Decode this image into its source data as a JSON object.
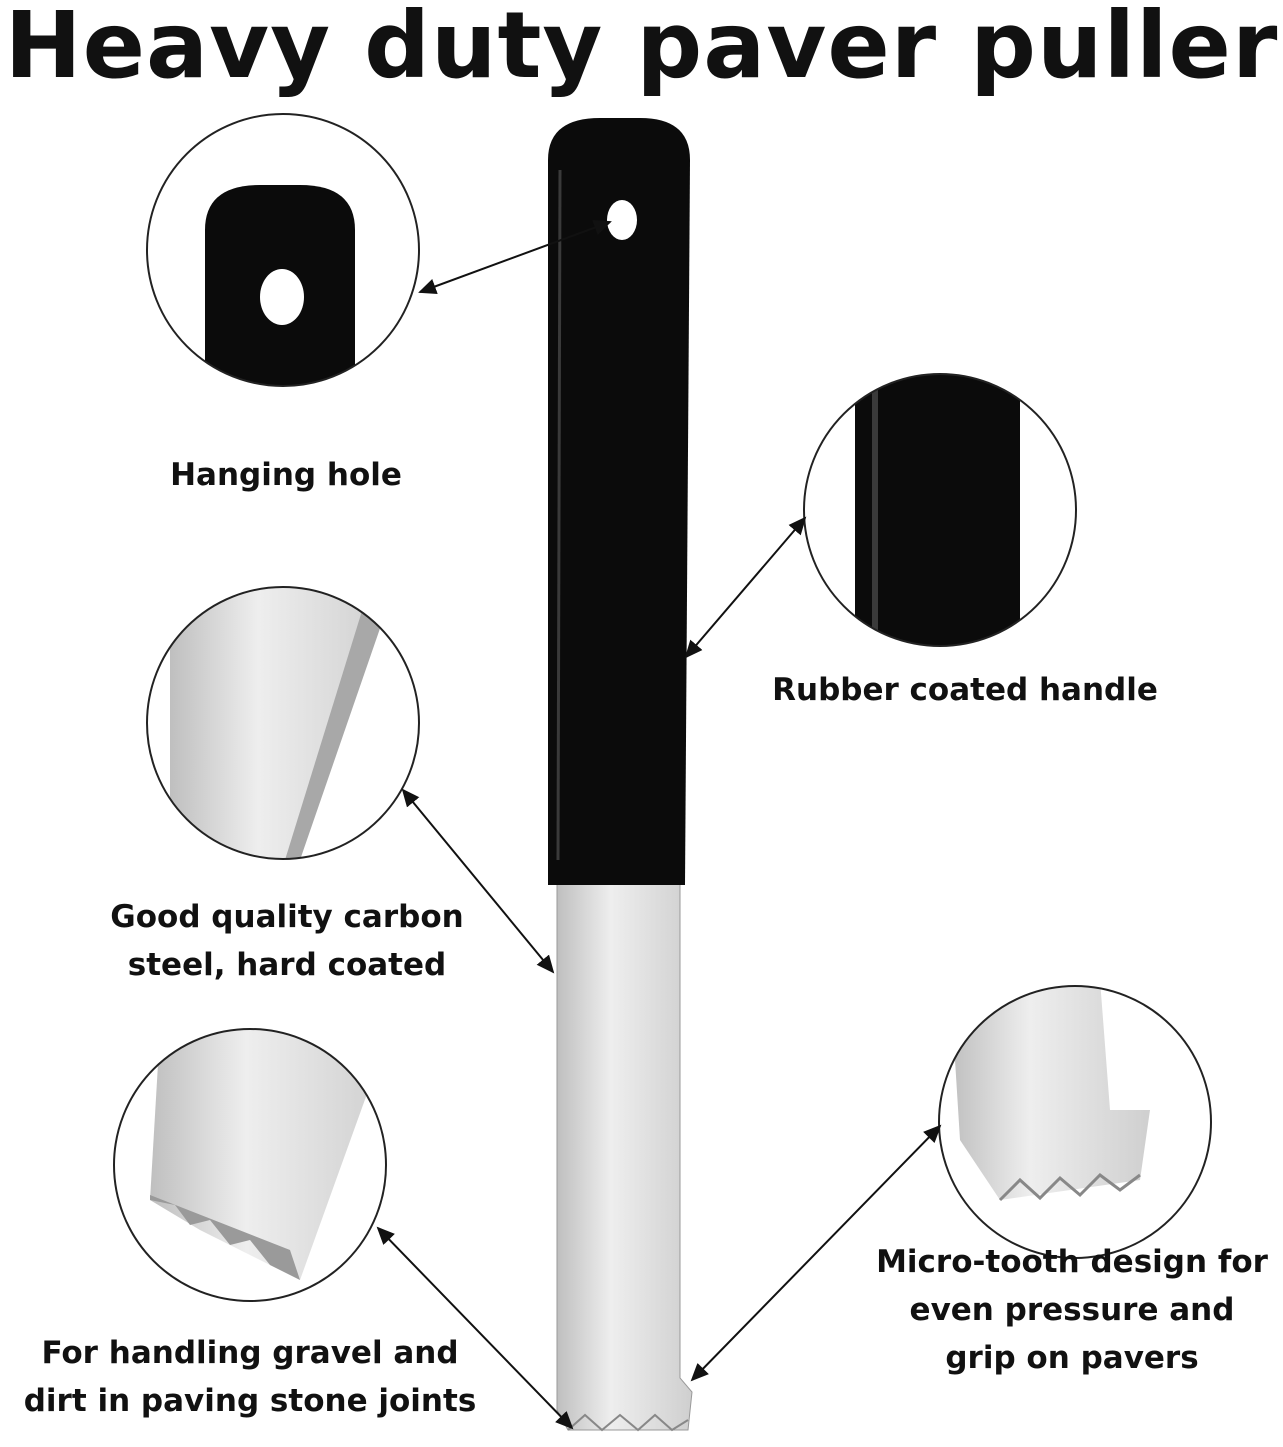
{
  "title": "Heavy duty paver puller",
  "colors": {
    "handle": "#0b0b0b",
    "steel": "#d9d9d9",
    "text": "#111111"
  },
  "callouts": {
    "hanging_hole": {
      "lines": [
        "Hanging hole"
      ]
    },
    "rubber_handle": {
      "lines": [
        "Rubber coated handle"
      ]
    },
    "carbon_steel": {
      "lines": [
        "Good quality carbon",
        "steel, hard coated"
      ]
    },
    "gravel": {
      "lines": [
        "For handling gravel and",
        "dirt in paving stone joints"
      ]
    },
    "micro_tooth": {
      "lines": [
        "Micro-tooth design for",
        "even pressure and",
        "grip on pavers"
      ]
    }
  }
}
